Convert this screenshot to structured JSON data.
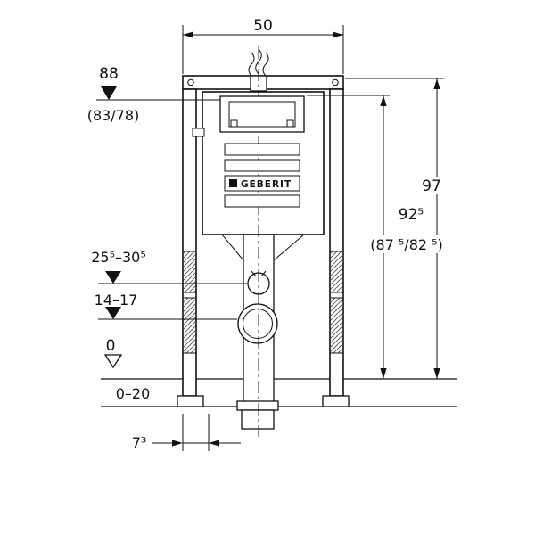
{
  "diagram": {
    "brand": "GEBERIT",
    "dims": {
      "top_width": "50",
      "actuator_height": "88",
      "actuator_height_alt": "(83/78)",
      "total_height": "97",
      "frame_height": "92⁵",
      "frame_height_alt": "(87 ⁵/82 ⁵)",
      "supply_range": "25⁵–30⁵",
      "drain_range": "14–17",
      "floor_level": "0",
      "floor_buildup": "0–20",
      "bottom_offset": "7³"
    }
  }
}
